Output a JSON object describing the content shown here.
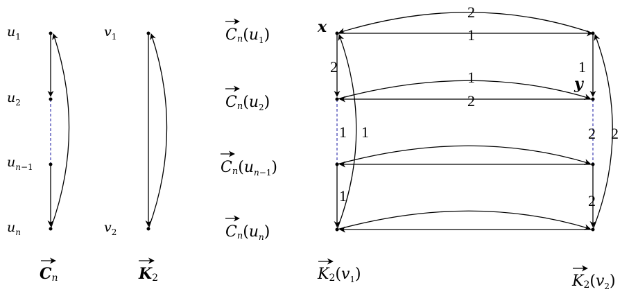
{
  "left": {
    "cn_nodes": [
      "u1",
      "u2",
      "un-1",
      "un"
    ],
    "cn_caption": "Cn",
    "k2_nodes": [
      "v1",
      "v2"
    ],
    "k2_caption": "K2"
  },
  "right": {
    "row_labels": [
      "Cn(u1)",
      "Cn(u2)",
      "Cn(un-1)",
      "Cn(un)"
    ],
    "bottom_left": "K2(v1)",
    "bottom_right": "K2(v2)",
    "vertex_x": "x",
    "vertex_y": "y",
    "edge_weights": {
      "top_arc": "2",
      "row1_straight": "1",
      "row2_arc": "1",
      "row2_straight": "2",
      "left_seg1": "2",
      "left_dash": "1",
      "left_arc": "1",
      "left_seg3": "1",
      "right_seg1": "1",
      "right_dash": "2",
      "right_arc": "2",
      "right_seg3": "2"
    }
  }
}
